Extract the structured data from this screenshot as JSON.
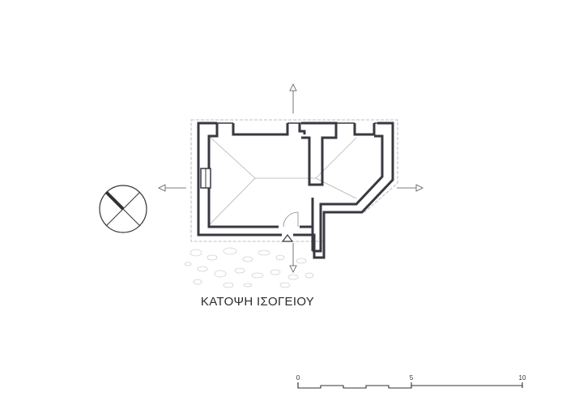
{
  "drawing": {
    "title": "ΚΑΤΟΨΗ ΙΣΟΓΕΙΟΥ",
    "scale_bar": {
      "labels": [
        "0",
        "5",
        "10"
      ]
    },
    "colors": {
      "wall": "#3a3740",
      "thin_line": "#9a9a9a",
      "roof_line": "#b0b0b0",
      "rubble": "#d2d2d2",
      "ink": "#333333"
    },
    "icons": [
      "north-arrow-icon",
      "entrance-arrow-icon"
    ]
  }
}
